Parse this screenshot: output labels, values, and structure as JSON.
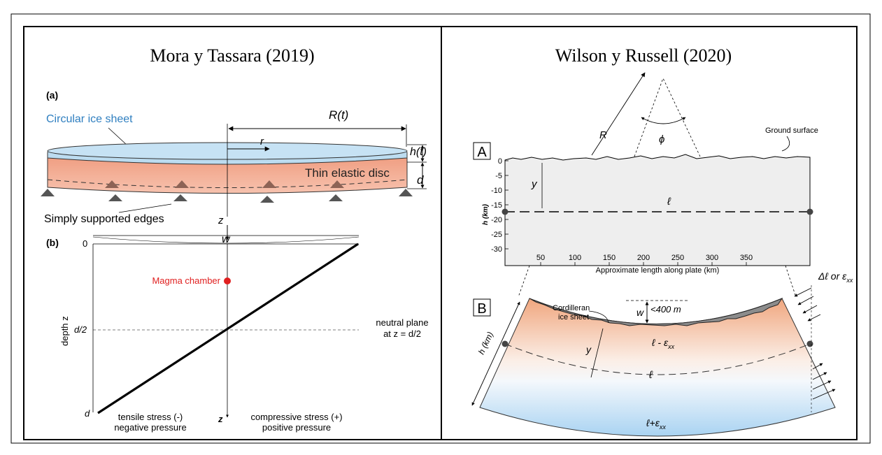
{
  "left": {
    "title": "Mora y Tassara (2019)",
    "panel_a": {
      "label": "(a)",
      "ice_sheet": "Circular ice sheet",
      "radius": "R(t)",
      "r": "r",
      "thickness": "h(t)",
      "disc": "Thin elastic disc",
      "d": "d",
      "supports": "Simply supported edges",
      "z": "z",
      "w": "w"
    },
    "panel_b": {
      "label": "(b)",
      "zero": "0",
      "d_half": "d/2",
      "d": "d",
      "depth": "depth z",
      "magma": "Magma chamber",
      "neutral_1": "neutral plane",
      "neutral_2": "at z = d/2",
      "tensile_1": "tensile stress (-)",
      "tensile_2": "negative pressure",
      "z": "z",
      "compressive_1": "compressive stress (+)",
      "compressive_2": "positive pressure"
    }
  },
  "right": {
    "title": "Wilson y Russell (2020)",
    "panel_a": {
      "label": "A",
      "R": "R",
      "phi": "ϕ",
      "ground": "Ground surface",
      "y": "y",
      "ell": "ℓ",
      "axis_ylabel": "h (km)",
      "yticks": [
        "0",
        "-5",
        "-10",
        "-15",
        "-20",
        "-25",
        "-30"
      ],
      "xticks": [
        "50",
        "100",
        "150",
        "200",
        "250",
        "300",
        "350"
      ],
      "xlabel": "Approximate length along plate (km)",
      "delta": "Δℓ or ε",
      "delta_sub": "xx"
    },
    "panel_b": {
      "label": "B",
      "ice_1": "Cordilleran",
      "ice_2": "ice sheet",
      "w": "w",
      "w_value": "<400 m",
      "ell_minus": "ℓ - ε",
      "y": "y",
      "ell": "ℓ",
      "h_km": "h (km)",
      "ell_plus": "ℓ+ε",
      "sub": "xx"
    }
  },
  "colors": {
    "ice": "#bcdcf0",
    "disc": "#f2a98d",
    "support": "#555555",
    "magma": "#e02020",
    "ice_text": "#2f7fc0",
    "plate_top": "#f0a67e",
    "plate_bottom": "#a9d3f2"
  }
}
